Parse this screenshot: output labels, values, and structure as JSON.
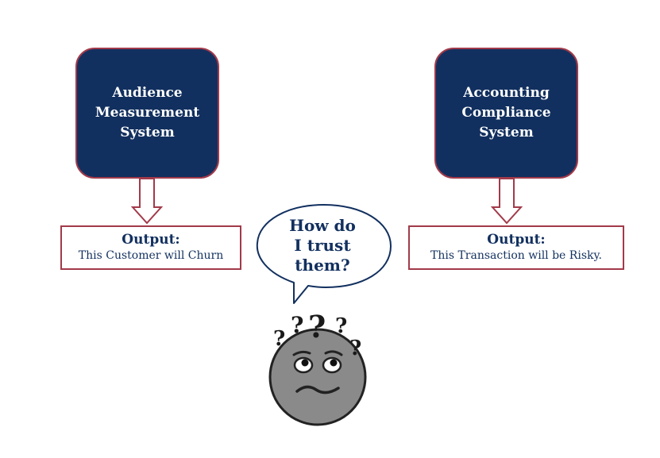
{
  "left_system": {
    "lines": [
      "Audience",
      "Measurement",
      "System"
    ]
  },
  "right_system": {
    "lines": [
      "Accounting",
      "Compliance",
      "System"
    ]
  },
  "left_output": {
    "title": "Output:",
    "text": "This Customer will Churn"
  },
  "right_output": {
    "title": "Output:",
    "text": "This Transaction will be Risky."
  },
  "speech_bubble": {
    "lines": [
      "How do",
      "I trust",
      "them?"
    ]
  },
  "face": {
    "question_marks": [
      "?",
      "?",
      "?",
      "?",
      "?"
    ]
  },
  "colors": {
    "box_fill": "#12305f",
    "border": "#a23a4a",
    "text": "#12305f",
    "face_fill": "#8a8a8a"
  }
}
